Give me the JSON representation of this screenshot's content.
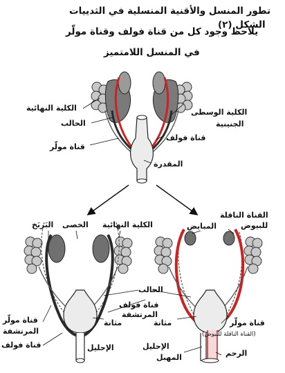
{
  "header": {
    "figure_label": "الشكل (٢)",
    "title_line1": "تطور المنسل والأقنية المنسلية في الثدييات",
    "title_line2": "يلاحظ وجود كل من قناة فولف وقناة مولّر",
    "title_line3": "في المنسل اللامتميز"
  },
  "top": {
    "kidney_final": "الكلية النهائية",
    "ureter": "الحالب",
    "muller_duct": "قناة مولّر",
    "mesonephros_l1": "الكلية الوسطى",
    "mesonephros_l2": "الجنينية",
    "wolff_duct": "قناة فولف",
    "cloaca": "المقدرة"
  },
  "male": {
    "epididymis": "البَربَخ",
    "testis": "الخصى",
    "kidney_final": "الكلية النهائية",
    "muller_l1": "قناة مولّر",
    "muller_l2": "المرتشفة",
    "wolff_duct": "قناة فولف",
    "urethra": "الإحليل"
  },
  "center": {
    "ureter": "الحالب",
    "wolff_l1": "قناة فولف",
    "wolff_l2": "المرتشفة",
    "bladder_left": "مثانة",
    "bladder_right": "مثانة"
  },
  "female": {
    "oviduct_l1": "القناة الناقلة",
    "oviduct_l2": "للبيوض",
    "ovaries": "المبايض",
    "muller_duct": "قناة مولّر",
    "muller_note": "(القناة الناقلة للبيوض)",
    "uterus": "الرحم",
    "urethra": "الإحليل",
    "vagina": "المهبل"
  },
  "colors": {
    "muller": "#cc2222",
    "wolff_male": "#2a2a2a",
    "gonad": "#707070",
    "kidney": "#c8c8c8",
    "bladder": "#ececec"
  }
}
